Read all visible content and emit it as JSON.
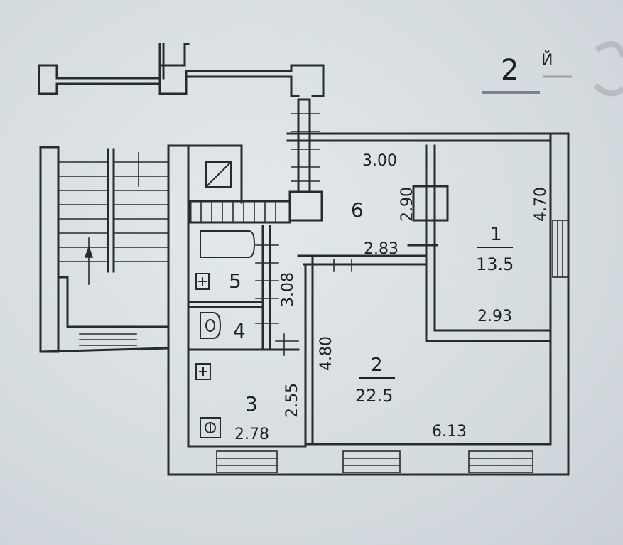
{
  "sheet": {
    "section_number": "2",
    "section_suffix": "Й",
    "wall_color": "#2a2a2a",
    "ink_color": "#1f1f1f",
    "paper_color": "#dfe5e9"
  },
  "rooms": [
    {
      "id": "1",
      "number": "1",
      "area": "13.5"
    },
    {
      "id": "2",
      "number": "2",
      "area": "22.5"
    },
    {
      "id": "3",
      "number": "3"
    },
    {
      "id": "4",
      "number": "4"
    },
    {
      "id": "5",
      "number": "5"
    },
    {
      "id": "6",
      "number": "6"
    }
  ],
  "dimensions": {
    "d_300": "3.00",
    "d_290": "2.90",
    "d_470": "4.70",
    "d_283": "2.83",
    "d_308": "3.08",
    "d_293": "2.93",
    "d_480": "4.80",
    "d_255": "2.55",
    "d_278": "2.78",
    "d_613": "6.13"
  },
  "icons": [
    "bathtub-icon",
    "toilet-icon",
    "stove-icon",
    "sink-icon",
    "ventilation-shaft-icon",
    "stairs-icon"
  ]
}
